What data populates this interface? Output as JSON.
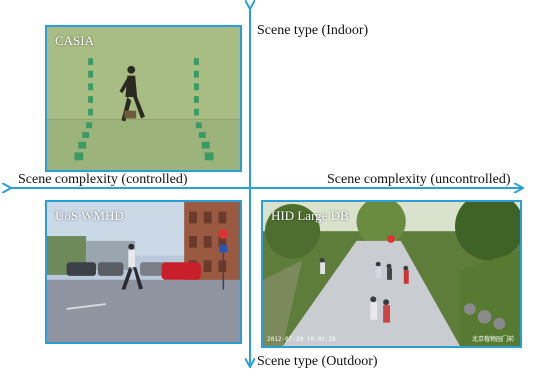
{
  "axes": {
    "top": "Scene type (Indoor)",
    "bottom": "Scene type (Outdoor)",
    "left": "Scene complexity (controlled)",
    "right": "Scene complexity (uncontrolled)"
  },
  "photos": {
    "casia": {
      "label": "CASIA"
    },
    "soton": {
      "label": "UoS WMHD"
    },
    "hid": {
      "label": "HID Large DB",
      "stamp_left": "2012-07-20  10:02:28",
      "stamp_right": "北京植物园门前"
    }
  },
  "colors": {
    "axis": "#2a9fd6",
    "frame": "#2a9fd6"
  }
}
